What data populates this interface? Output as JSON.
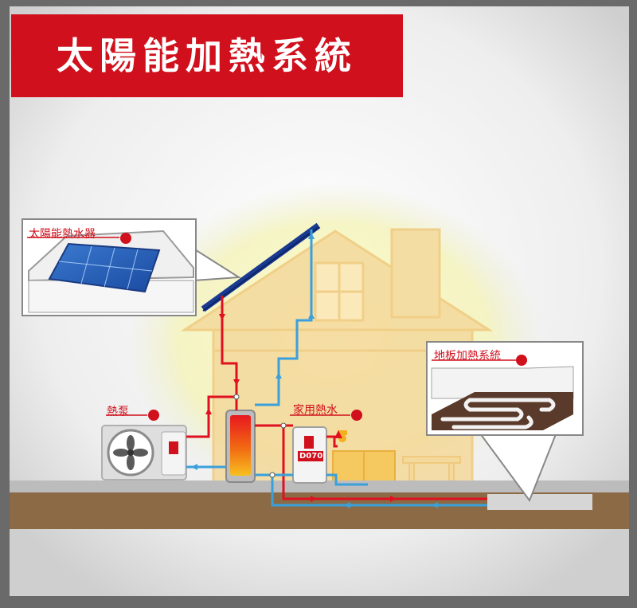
{
  "title": "太陽能加熱系統",
  "labels": {
    "solar_heater": "太陽能熱水器",
    "heat_pump": "熱泵",
    "domestic_hot_water": "家用熱水",
    "floor_heating": "地板加熱系統"
  },
  "exchanger_model": "D070",
  "colors": {
    "brand_red": "#d0101c",
    "hot_pipe": "#e01020",
    "cold_pipe": "#3aa0dc",
    "house": "#f4d99c",
    "ground": "#8b6a45"
  }
}
